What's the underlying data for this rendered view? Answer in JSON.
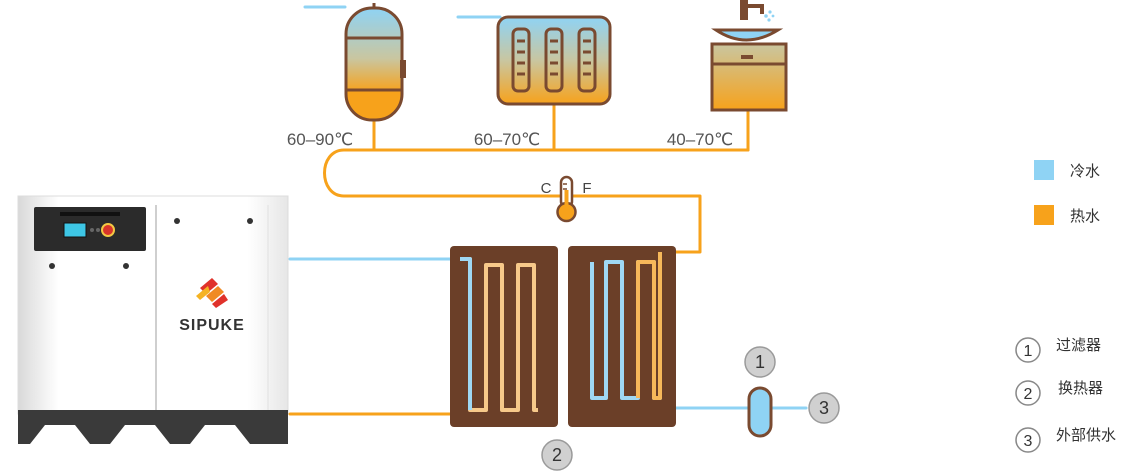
{
  "colors": {
    "cold": "#8fd3f4",
    "hot": "#f7a21b",
    "exchanger": "#6b3f28",
    "outline": "#7a4a30"
  },
  "temps": {
    "tank": "60–90℃",
    "shower": "60–70℃",
    "sink": "40–70℃"
  },
  "thermometer": {
    "left": "C",
    "right": "F"
  },
  "compressor": {
    "brand": "SIPUKE"
  },
  "legend": {
    "cold_label": "冷水",
    "hot_label": "热水"
  },
  "markers": {
    "filter_num": "1",
    "exchanger_num": "2",
    "external_num": "3"
  },
  "key": {
    "items": [
      {
        "num": "1",
        "label": "过滤器"
      },
      {
        "num": "2",
        "label": "换热器"
      },
      {
        "num": "3",
        "label": "外部供水"
      }
    ]
  }
}
